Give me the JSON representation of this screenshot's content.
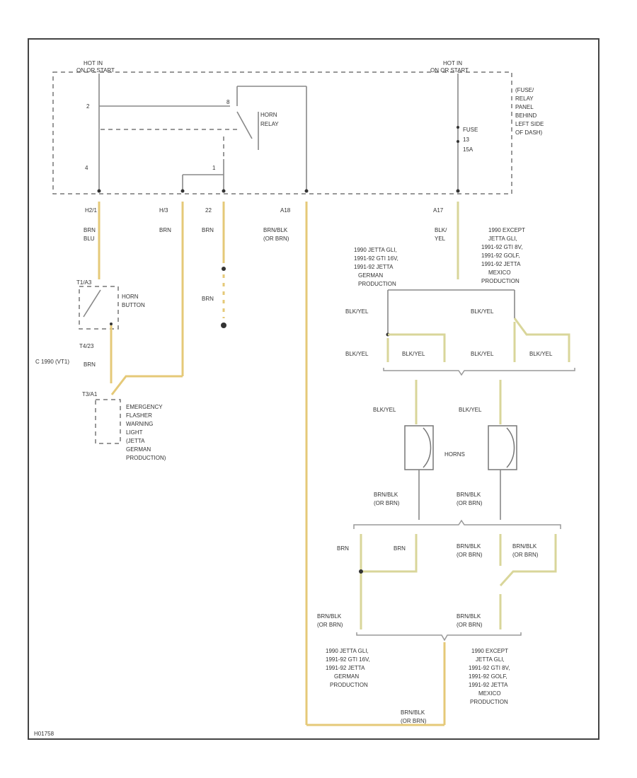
{
  "hot_left": [
    "HOT IN",
    "ON OR START"
  ],
  "hot_right": [
    "HOT IN",
    "ON OR START"
  ],
  "horn_relay": [
    "HORN",
    "RELAY"
  ],
  "fuse_label": [
    "FUSE",
    "13",
    "15A"
  ],
  "fuse_panel": [
    "(FUSE/",
    "RELAY",
    "PANEL",
    "BEHIND",
    "LEFT SIDE",
    "OF DASH)"
  ],
  "relay_pins": {
    "p1": "2",
    "p2": "4",
    "p3": "8",
    "p4": "1"
  },
  "connectors": {
    "h2": "H2/1",
    "h3": "H/3",
    "p22": "22",
    "a18": "A18",
    "a17": "A17"
  },
  "wire_colors": {
    "brn_blu": [
      "BRN",
      "BLU"
    ],
    "brn1": "BRN",
    "brn2": "BRN",
    "brnblk": [
      "BRN/BLK",
      "(OR BRN)"
    ],
    "blkyel_top": [
      "BLK/",
      "YEL"
    ],
    "brn_low": "BRN",
    "brn_t4": "BRN"
  },
  "horn_button": [
    "HORN",
    "BUTTON"
  ],
  "t_labels": {
    "t1": "T1/A3",
    "t2": "T4/23",
    "t3": "T3/A1",
    "c_note": "C 1990 (VT1)"
  },
  "emergency": [
    "EMERGENCY",
    "FLASHER",
    "WARNING",
    "LIGHT",
    "(JETTA",
    "GERMAN",
    "PRODUCTION)"
  ],
  "note_left_top": [
    "1990 JETTA GLI,",
    "1991-92 GTI 16V,",
    "1991-92 JETTA",
    "GERMAN",
    "PRODUCTION"
  ],
  "note_right_top": [
    "1990 EXCEPT",
    "JETTA GLI,",
    "1991-92 GTI 8V,",
    "1991-92 GOLF,",
    "1991-92 JETTA",
    "MEXICO",
    "PRODUCTION"
  ],
  "blkyel": "BLK/YEL",
  "horns": "HORNS",
  "brnblk_short": [
    "BRN/BLK",
    "(OR BRN)"
  ],
  "brn_short": "BRN",
  "note_left_bottom": [
    "1990 JETTA GLI,",
    "1991-92 GTI 16V,",
    "1991-92 JETTA",
    "GERMAN",
    "PRODUCTION"
  ],
  "note_right_bottom": [
    "1990 EXCEPT",
    "JETTA GLI,",
    "1991-92 GTI 8V,",
    "1991-92 GOLF,",
    "1991-92 JETTA",
    "MEXICO",
    "PRODUCTION"
  ],
  "bottom_brnblk": [
    "BRN/BLK",
    "(OR BRN)"
  ],
  "figure_id": "H01758"
}
